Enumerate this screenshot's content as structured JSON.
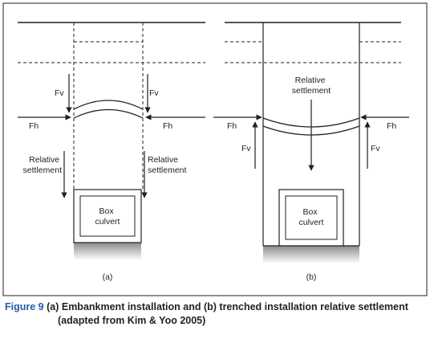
{
  "diagram": {
    "colors": {
      "line": "#231f20",
      "shadow": "#9a9a9a",
      "caption_label": "#1f5fa8"
    },
    "panel_a": {
      "label": "(a)",
      "fv_left": "Fv",
      "fv_right": "Fv",
      "fh_left": "Fh",
      "fh_right": "Fh",
      "relative_left": [
        "Relative",
        "settlement"
      ],
      "relative_right": [
        "Relative",
        "settlement"
      ],
      "box": [
        "Box",
        "culvert"
      ]
    },
    "panel_b": {
      "label": "(b)",
      "relative": [
        "Relative",
        "settlement"
      ],
      "fh_left": "Fh",
      "fh_right": "Fh",
      "fv_left": "Fv",
      "fv_right": "Fv",
      "box": [
        "Box",
        "culvert"
      ]
    }
  },
  "caption": {
    "label": "Figure 9",
    "line1": "(a) Embankment installation and (b) trenched installation relative settlement",
    "line2": "(adapted from Kim & Yoo 2005)"
  }
}
